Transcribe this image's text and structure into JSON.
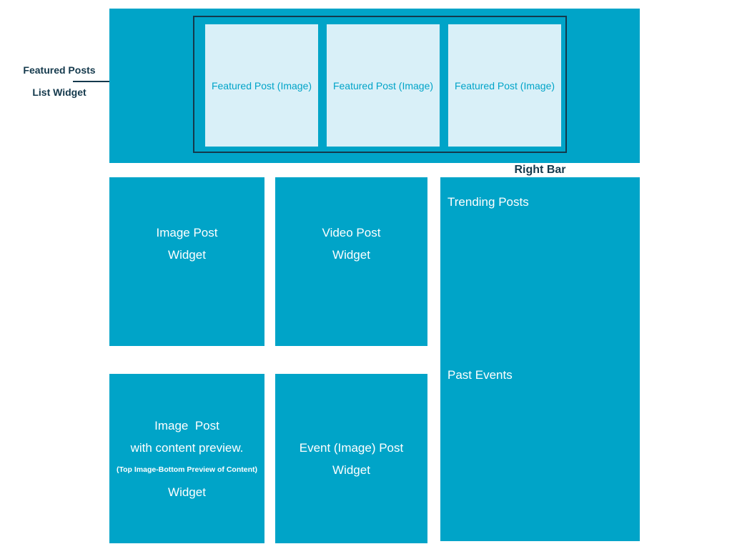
{
  "colors": {
    "primary": "#00A4C8",
    "light_box": "#D9F0F8",
    "dark": "#14394C",
    "background": "#FFFFFF",
    "white_text": "#FFFFFF"
  },
  "annotations": {
    "featured_label_line1": "Featured Posts",
    "featured_label_line2": "List Widget",
    "right_bar_label": "Right Bar"
  },
  "header": {
    "featured_posts": [
      {
        "label": "Featured Post (Image)"
      },
      {
        "label": "Featured Post (Image)"
      },
      {
        "label": "Featured Post (Image)"
      }
    ]
  },
  "widgets": {
    "image_post": {
      "lines": [
        "Image Post",
        "Widget"
      ]
    },
    "video_post": {
      "lines": [
        "Video Post",
        "Widget"
      ]
    },
    "image_post_preview": {
      "lines": [
        "Image  Post",
        "with content preview.",
        "(Top Image-Bottom Preview of Content)",
        "Widget"
      ]
    },
    "event_post": {
      "lines": [
        "Event (Image) Post",
        "Widget"
      ]
    }
  },
  "right_bar": {
    "sections": [
      {
        "title": "Trending Posts"
      },
      {
        "title": "Past Events"
      }
    ]
  }
}
